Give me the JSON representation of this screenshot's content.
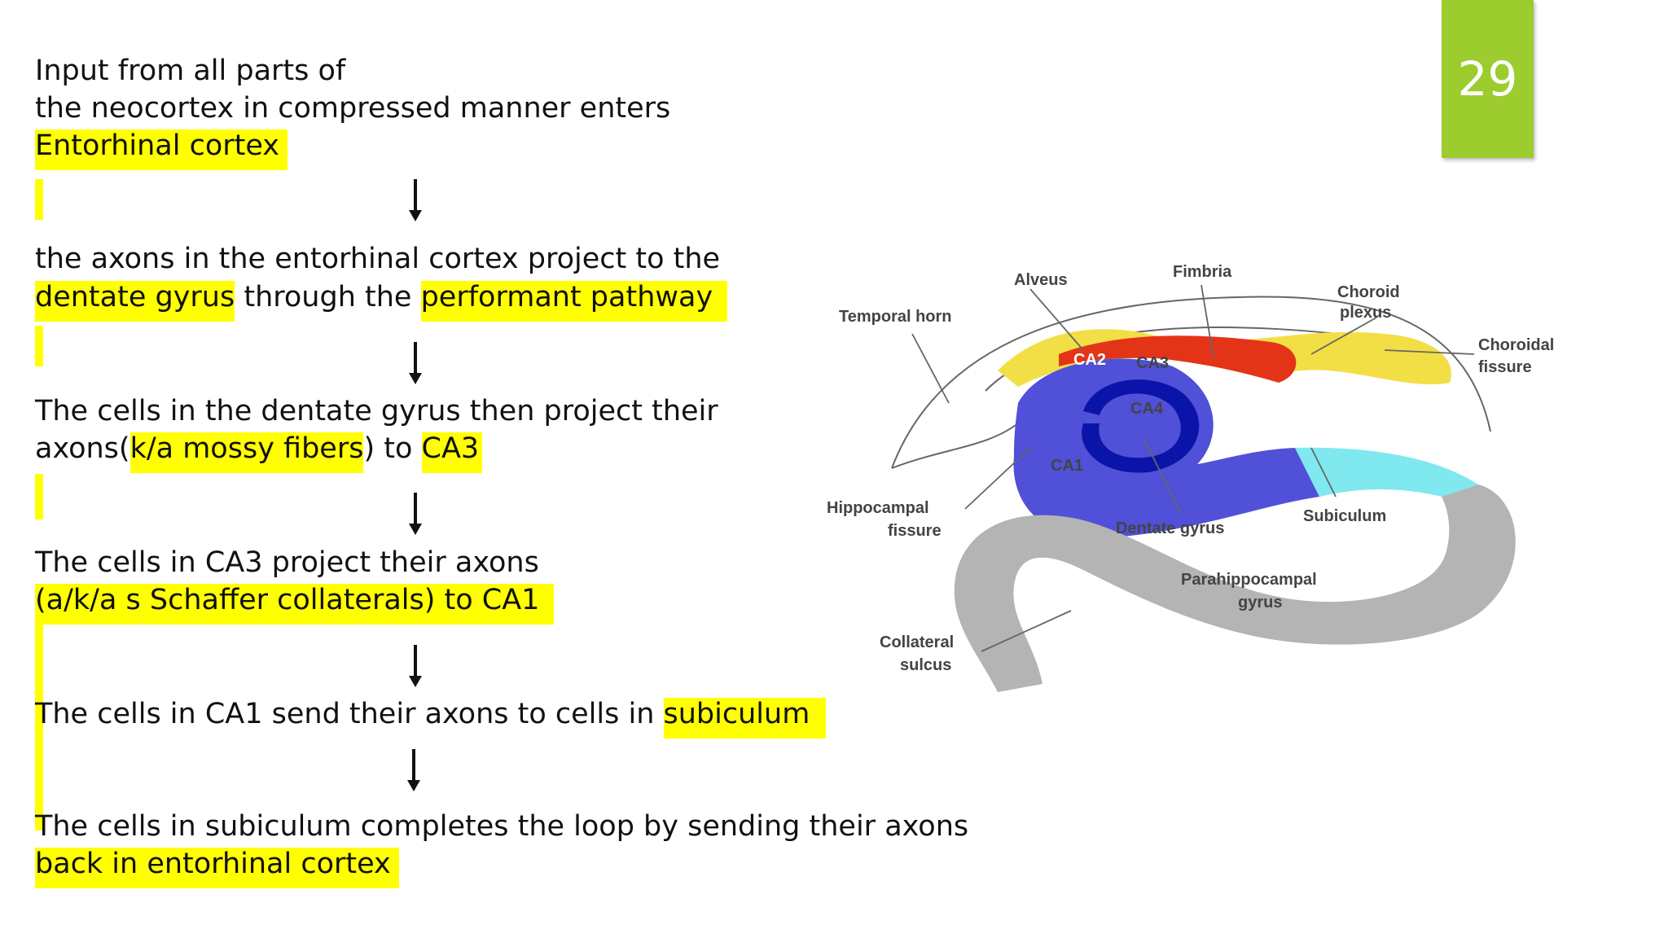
{
  "slide_number": "29",
  "flow": {
    "step1": {
      "line1": "Input from all parts of",
      "line2": "the neocortex in compressed manner enters",
      "line3": "Entorhinal cortex"
    },
    "step2": {
      "line1": "the axons in the entorhinal cortex project to the",
      "hl1": "dentate gyrus",
      "mid": " through the ",
      "hl2": "performant pathway"
    },
    "step3": {
      "line1": "The cells in the dentate gyrus then project their",
      "pre": " axons(",
      "hl1": "k/a mossy fibers",
      "mid": ") to ",
      "hl2": "CA3"
    },
    "step4": {
      "line1": "The cells in CA3 project their axons",
      "line2": "(a/k/a s Schaffer collaterals) to CA1"
    },
    "step5": {
      "pre": "The cells in CA1 send their axons to cells in ",
      "hl": "subiculum"
    },
    "step6": {
      "line1": "The cells in subiculum completes the loop by sending their axons",
      "line2": "back in entorhinal cortex"
    }
  },
  "diagram": {
    "labels": {
      "temporal_horn": "Temporal horn",
      "alveus": "Alveus",
      "fimbria": "Fimbria",
      "choroid_plexus_1": "Choroid",
      "choroid_plexus_2": "plexus",
      "choroidal_fissure_1": "Choroidal",
      "choroidal_fissure_2": "fissure",
      "ca2": "CA2",
      "ca3": "CA3",
      "ca4": "CA4",
      "ca1": "CA1",
      "hippocampal_fissure_1": "Hippocampal",
      "hippocampal_fissure_2": "fissure",
      "dentate_gyrus": "Dentate gyrus",
      "subiculum": "Subiculum",
      "parahippocampal_gyrus_1": "Parahippocampal",
      "parahippocampal_gyrus_2": "gyrus",
      "collateral_sulcus_1": "Collateral",
      "collateral_sulcus_2": "sulcus"
    },
    "colors": {
      "yellow": "#f2df45",
      "red": "#e43418",
      "blue": "#5050d8",
      "dark_blue": "#0b14a8",
      "cyan": "#7fe9ef",
      "gray": "#b4b4b4"
    }
  }
}
